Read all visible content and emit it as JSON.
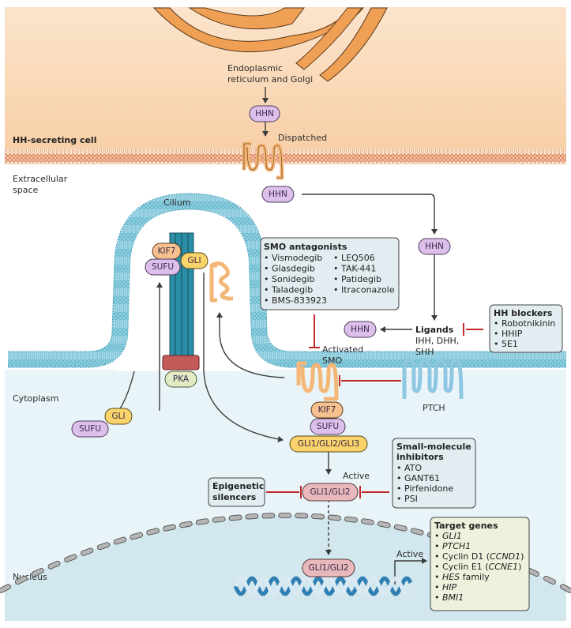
{
  "figure": {
    "regions": {
      "secreting_cell": "HH-secreting cell",
      "extracellular": [
        "Extracellular",
        "space"
      ],
      "cytoplasm": "Cytoplasm",
      "nucleus": "Nucleus",
      "cilium": "Cilium"
    },
    "organelle": [
      "Endoplasmic",
      "reticulum and Golgi"
    ],
    "proteins": {
      "hhn": "HHN",
      "dispatched": "Dispatched",
      "kif7": "KIF7",
      "sufu": "SUFU",
      "gli": "GLI",
      "pka": "PKA",
      "activated_smo": [
        "Activated",
        "SMO"
      ],
      "ptch": "PTCH",
      "gli123": "GLI1/GLI2/GLI3",
      "gli12": "GLI1/GLI2",
      "active": "Active"
    },
    "ligands": {
      "title": "Ligands",
      "lines": [
        "IHH, DHH,",
        "SHH"
      ]
    },
    "smo_antagonists": {
      "title": "SMO antagonists",
      "col1": [
        "Vismodegib",
        "Glasdegib",
        "Sonidegib",
        "Taladegib",
        "BMS-833923"
      ],
      "col2": [
        "LEQ506",
        "TAK-441",
        "Patidegib",
        "Itraconazole"
      ]
    },
    "hh_blockers": {
      "title": "HH blockers",
      "items": [
        "Robotnikinin",
        "HHIP",
        "5E1"
      ]
    },
    "small_molecule_inhibitors": {
      "title": [
        "Small-molecule",
        "inhibitors"
      ],
      "items": [
        "ATO",
        "GANT61",
        "Pirfenidone",
        "PSI"
      ]
    },
    "epigenetic_silencers": {
      "title": [
        "Epigenetic",
        "silencers"
      ]
    },
    "target_genes": {
      "title": "Target genes",
      "items": [
        {
          "text": "GLI1",
          "italic": true
        },
        {
          "text": "PTCH1",
          "italic": true
        },
        {
          "text": "Cyclin D1 (",
          "gene": "CCND1",
          "suffix": ")"
        },
        {
          "text": "Cyclin E1 (",
          "gene": "CCNE1",
          "suffix": ")"
        },
        {
          "text": "HES",
          "rest": " family"
        },
        {
          "text": "HIP",
          "italic": true
        },
        {
          "text": "BMI1",
          "italic": true
        }
      ]
    },
    "bullet": "•"
  },
  "colors": {
    "secreting_bg": "#f9d3ad",
    "extracellular_bg": "#ffffff",
    "cytoplasm_bg": "#e7f3f8",
    "nucleus_bg": "#d3e8ef",
    "orange_membrane": "#e8956a",
    "blue_membrane": "#6fbfd4",
    "golgi": "#f0a055",
    "hhn_fill": "#dcc0ea",
    "kif7_fill": "#f6c08f",
    "gli_fill": "#fad46a",
    "gli12_fill": "#e9b8bc",
    "pka_fill": "#e0ebc4",
    "inhibit_red": "#c0282c",
    "arrow": "#3c3c3c",
    "box_fill": "#e3edf1",
    "target_box_fill": "#eef2dc"
  }
}
